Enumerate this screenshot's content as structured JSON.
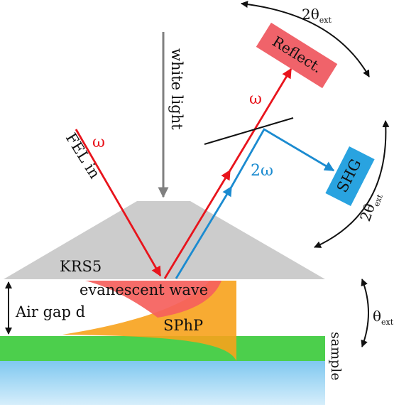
{
  "labels": {
    "white_light": "white light",
    "fel_in": "FEL in",
    "omega_in": "ω",
    "omega_out": "ω",
    "two_omega": "2ω",
    "reflect": "Reflect.",
    "shg": "SHG",
    "krs5": "KRS5",
    "evanescent": "evanescent wave",
    "air_gap": "Air gap d",
    "sphp": "SPhP",
    "sample": "sample",
    "two_theta_top_base": "2θ",
    "two_theta_top_sub": "ext",
    "two_theta_right_base": "2θ",
    "two_theta_right_sub": "ext",
    "theta_base": "θ",
    "theta_sub": "ext"
  },
  "colors": {
    "red_beam": "#e8141c",
    "blue_beam": "#1b8bd0",
    "prism": "#cccccc",
    "sample_green": "#4ccf4c",
    "substrate_blue": "#9fd8f5",
    "evanescent_red": "#f5605c",
    "sphp_orange": "#f7a21c",
    "reflect_box": "#f0636a",
    "shg_box": "#29a3e0",
    "gray_arrow": "#808080"
  }
}
